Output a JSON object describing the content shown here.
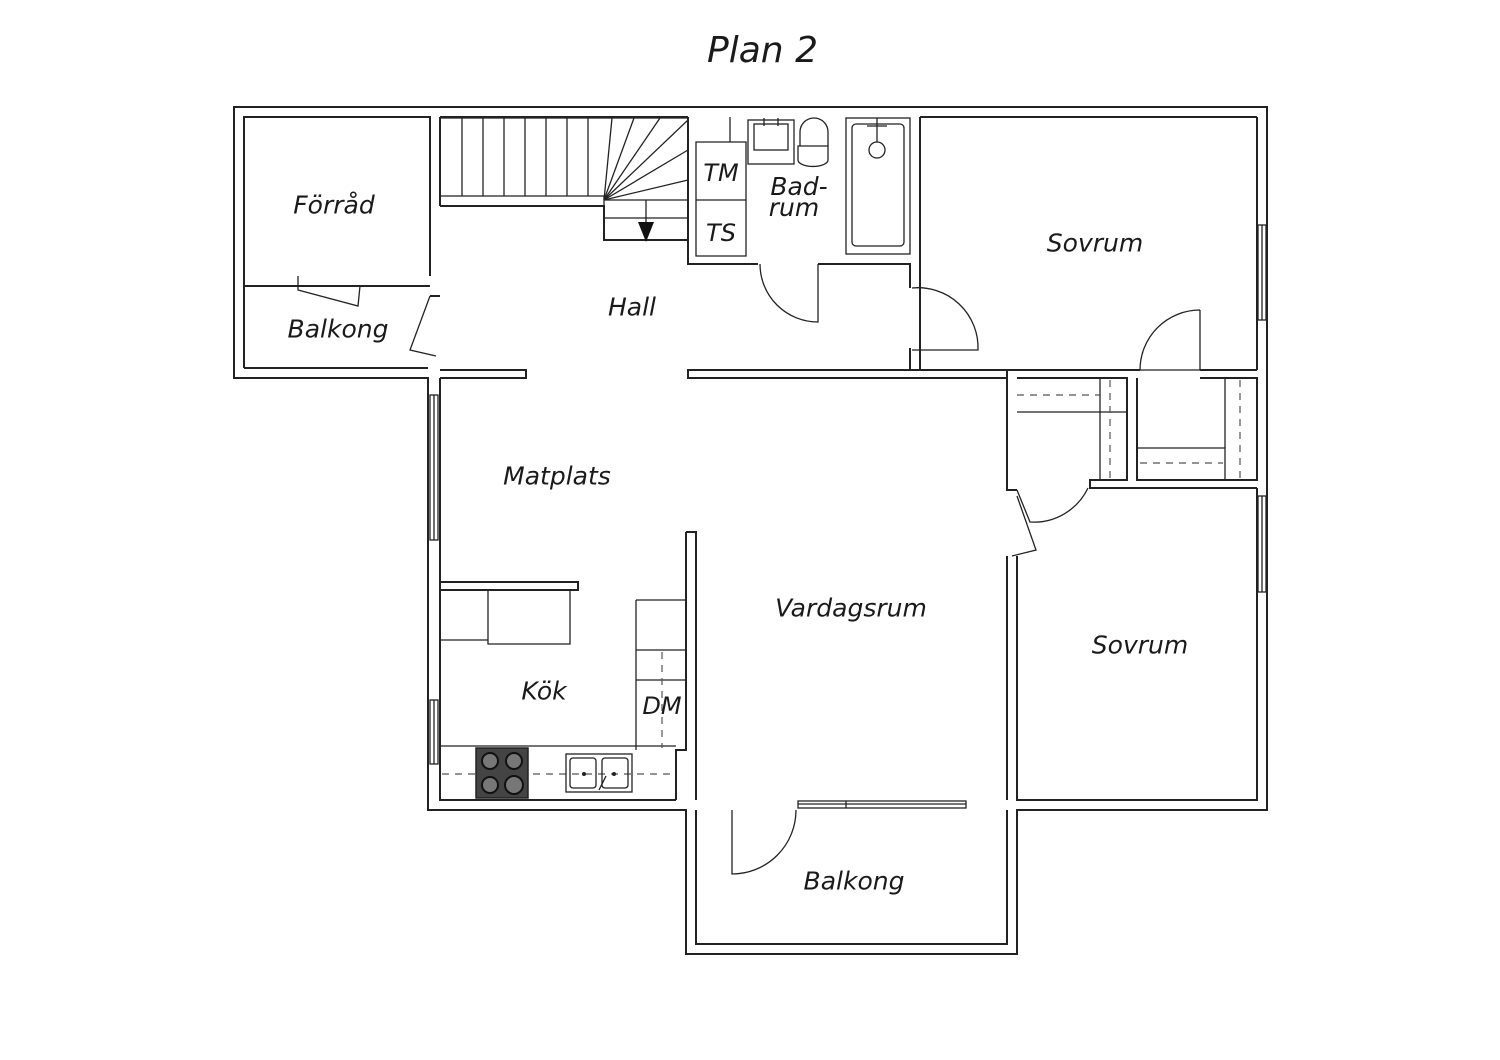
{
  "title": "Plan 2",
  "rooms": {
    "forrad": "Förråd",
    "balkong_west": "Balkong",
    "hall": "Hall",
    "tm": "TM",
    "ts": "TS",
    "badrum_line1": "Bad-",
    "badrum_line2": "rum",
    "sovrum_top": "Sovrum",
    "matplats": "Matplats",
    "vardagsrum": "Vardagsrum",
    "sovrum_bottom": "Sovrum",
    "kok": "Kök",
    "dm": "DM",
    "balkong_south": "Balkong"
  },
  "icons": {
    "stair": "staircase-icon",
    "stove": "stove-icon",
    "sink": "sink-icon",
    "toilet": "toilet-icon",
    "bathtub": "bathtub-icon"
  }
}
